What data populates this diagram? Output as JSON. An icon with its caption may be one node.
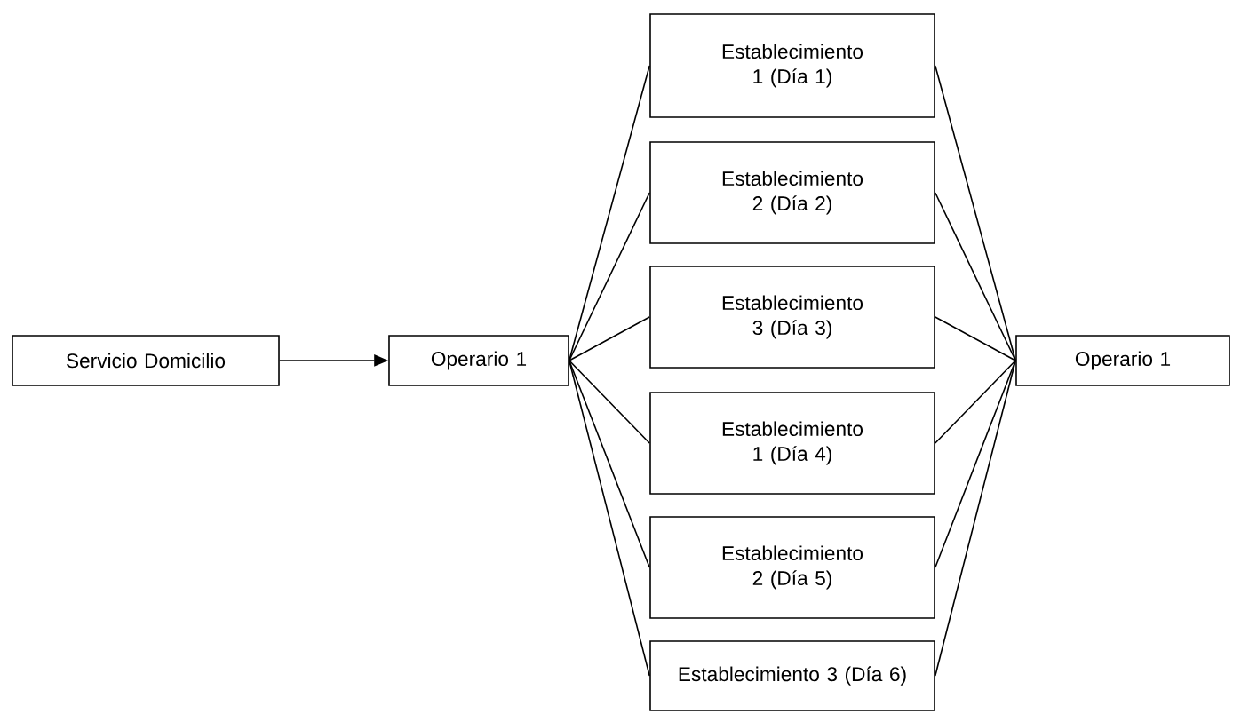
{
  "diagram": {
    "nodes": [
      {
        "text": [
          "Servicio Domicilio"
        ]
      },
      {
        "text": [
          "Operario 1"
        ]
      },
      {
        "text": [
          "Establecimiento 1 (Día 1)"
        ]
      },
      {
        "text": [
          "Establecimiento 2 (Día 2)"
        ]
      },
      {
        "text": [
          "Establecimiento 3 (Día 3)"
        ]
      },
      {
        "text": [
          "Establecimiento 1 (Día 4)"
        ]
      },
      {
        "text": [
          "Establecimiento 2 (Día 5)"
        ]
      },
      {
        "text": [
          "Establecimiento 3 (Día 6)"
        ]
      },
      {
        "text": [
          "Operario 1"
        ]
      }
    ],
    "edges": [
      {
        "from": 0,
        "to": 1,
        "arrow": "to"
      },
      {
        "from": 1,
        "to": 2,
        "arrow": "none"
      },
      {
        "from": 1,
        "to": 3,
        "arrow": "none"
      },
      {
        "from": 1,
        "to": 4,
        "arrow": "none"
      },
      {
        "from": 1,
        "to": 5,
        "arrow": "none"
      },
      {
        "from": 1,
        "to": 6,
        "arrow": "none"
      },
      {
        "from": 1,
        "to": 7,
        "arrow": "none"
      },
      {
        "from": 2,
        "to": 8,
        "arrow": "none"
      },
      {
        "from": 3,
        "to": 8,
        "arrow": "none"
      },
      {
        "from": 4,
        "to": 8,
        "arrow": "none"
      },
      {
        "from": 5,
        "to": 8,
        "arrow": "none"
      },
      {
        "from": 6,
        "to": 8,
        "arrow": "none"
      },
      {
        "from": 7,
        "to": 8,
        "arrow": "none"
      }
    ]
  }
}
